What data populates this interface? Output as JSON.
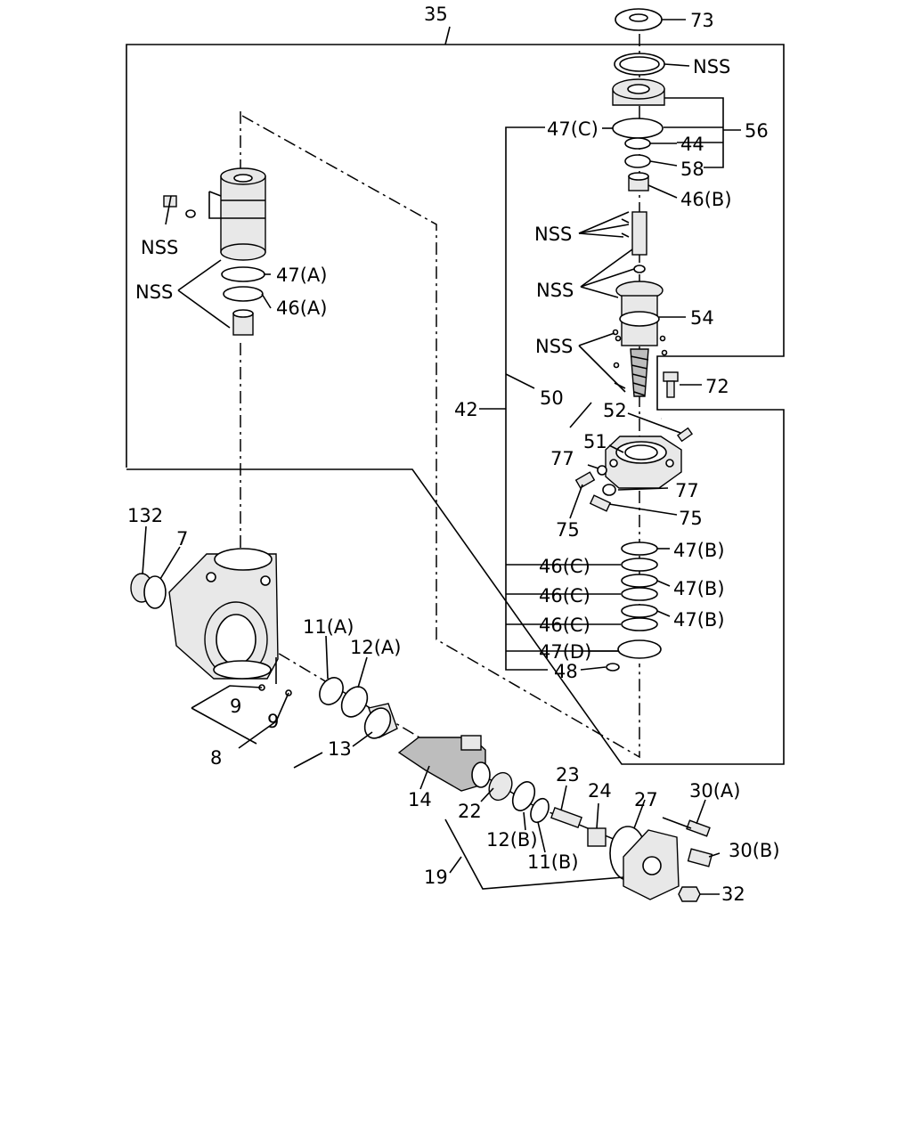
{
  "labels": {
    "l35": "35",
    "l73": "73",
    "nss_top": "NSS",
    "l56": "56",
    "l47c": "47(C)",
    "l44": "44",
    "l58": "58",
    "l46b": "46(B)",
    "nss_a": "NSS",
    "nss_b": "NSS",
    "l54": "54",
    "nss_c": "NSS",
    "l72": "72",
    "l42": "42",
    "l50": "50",
    "l52": "52",
    "l51": "51",
    "l77a": "77",
    "l77b": "77",
    "l75a": "75",
    "l75b": "75",
    "l47b1": "47(B)",
    "l46c1": "46(C)",
    "l47b2": "47(B)",
    "l46c2": "46(C)",
    "l47b3": "47(B)",
    "l46c3": "46(C)",
    "l47d": "47(D)",
    "l48": "48",
    "nss_left1": "NSS",
    "l47a": "47(A)",
    "nss_left2": "NSS",
    "l46a": "46(A)",
    "l132": "132",
    "l7": "7",
    "l11a": "11(A)",
    "l12a": "12(A)",
    "l9a": "9",
    "l9b": "9",
    "l8": "8",
    "l13": "13",
    "l14": "14",
    "l23": "23",
    "l24": "24",
    "l27": "27",
    "l30a": "30(A)",
    "l30b": "30(B)",
    "l22": "22",
    "l12b": "12(B)",
    "l11b": "11(B)",
    "l19": "19",
    "l32": "32"
  }
}
